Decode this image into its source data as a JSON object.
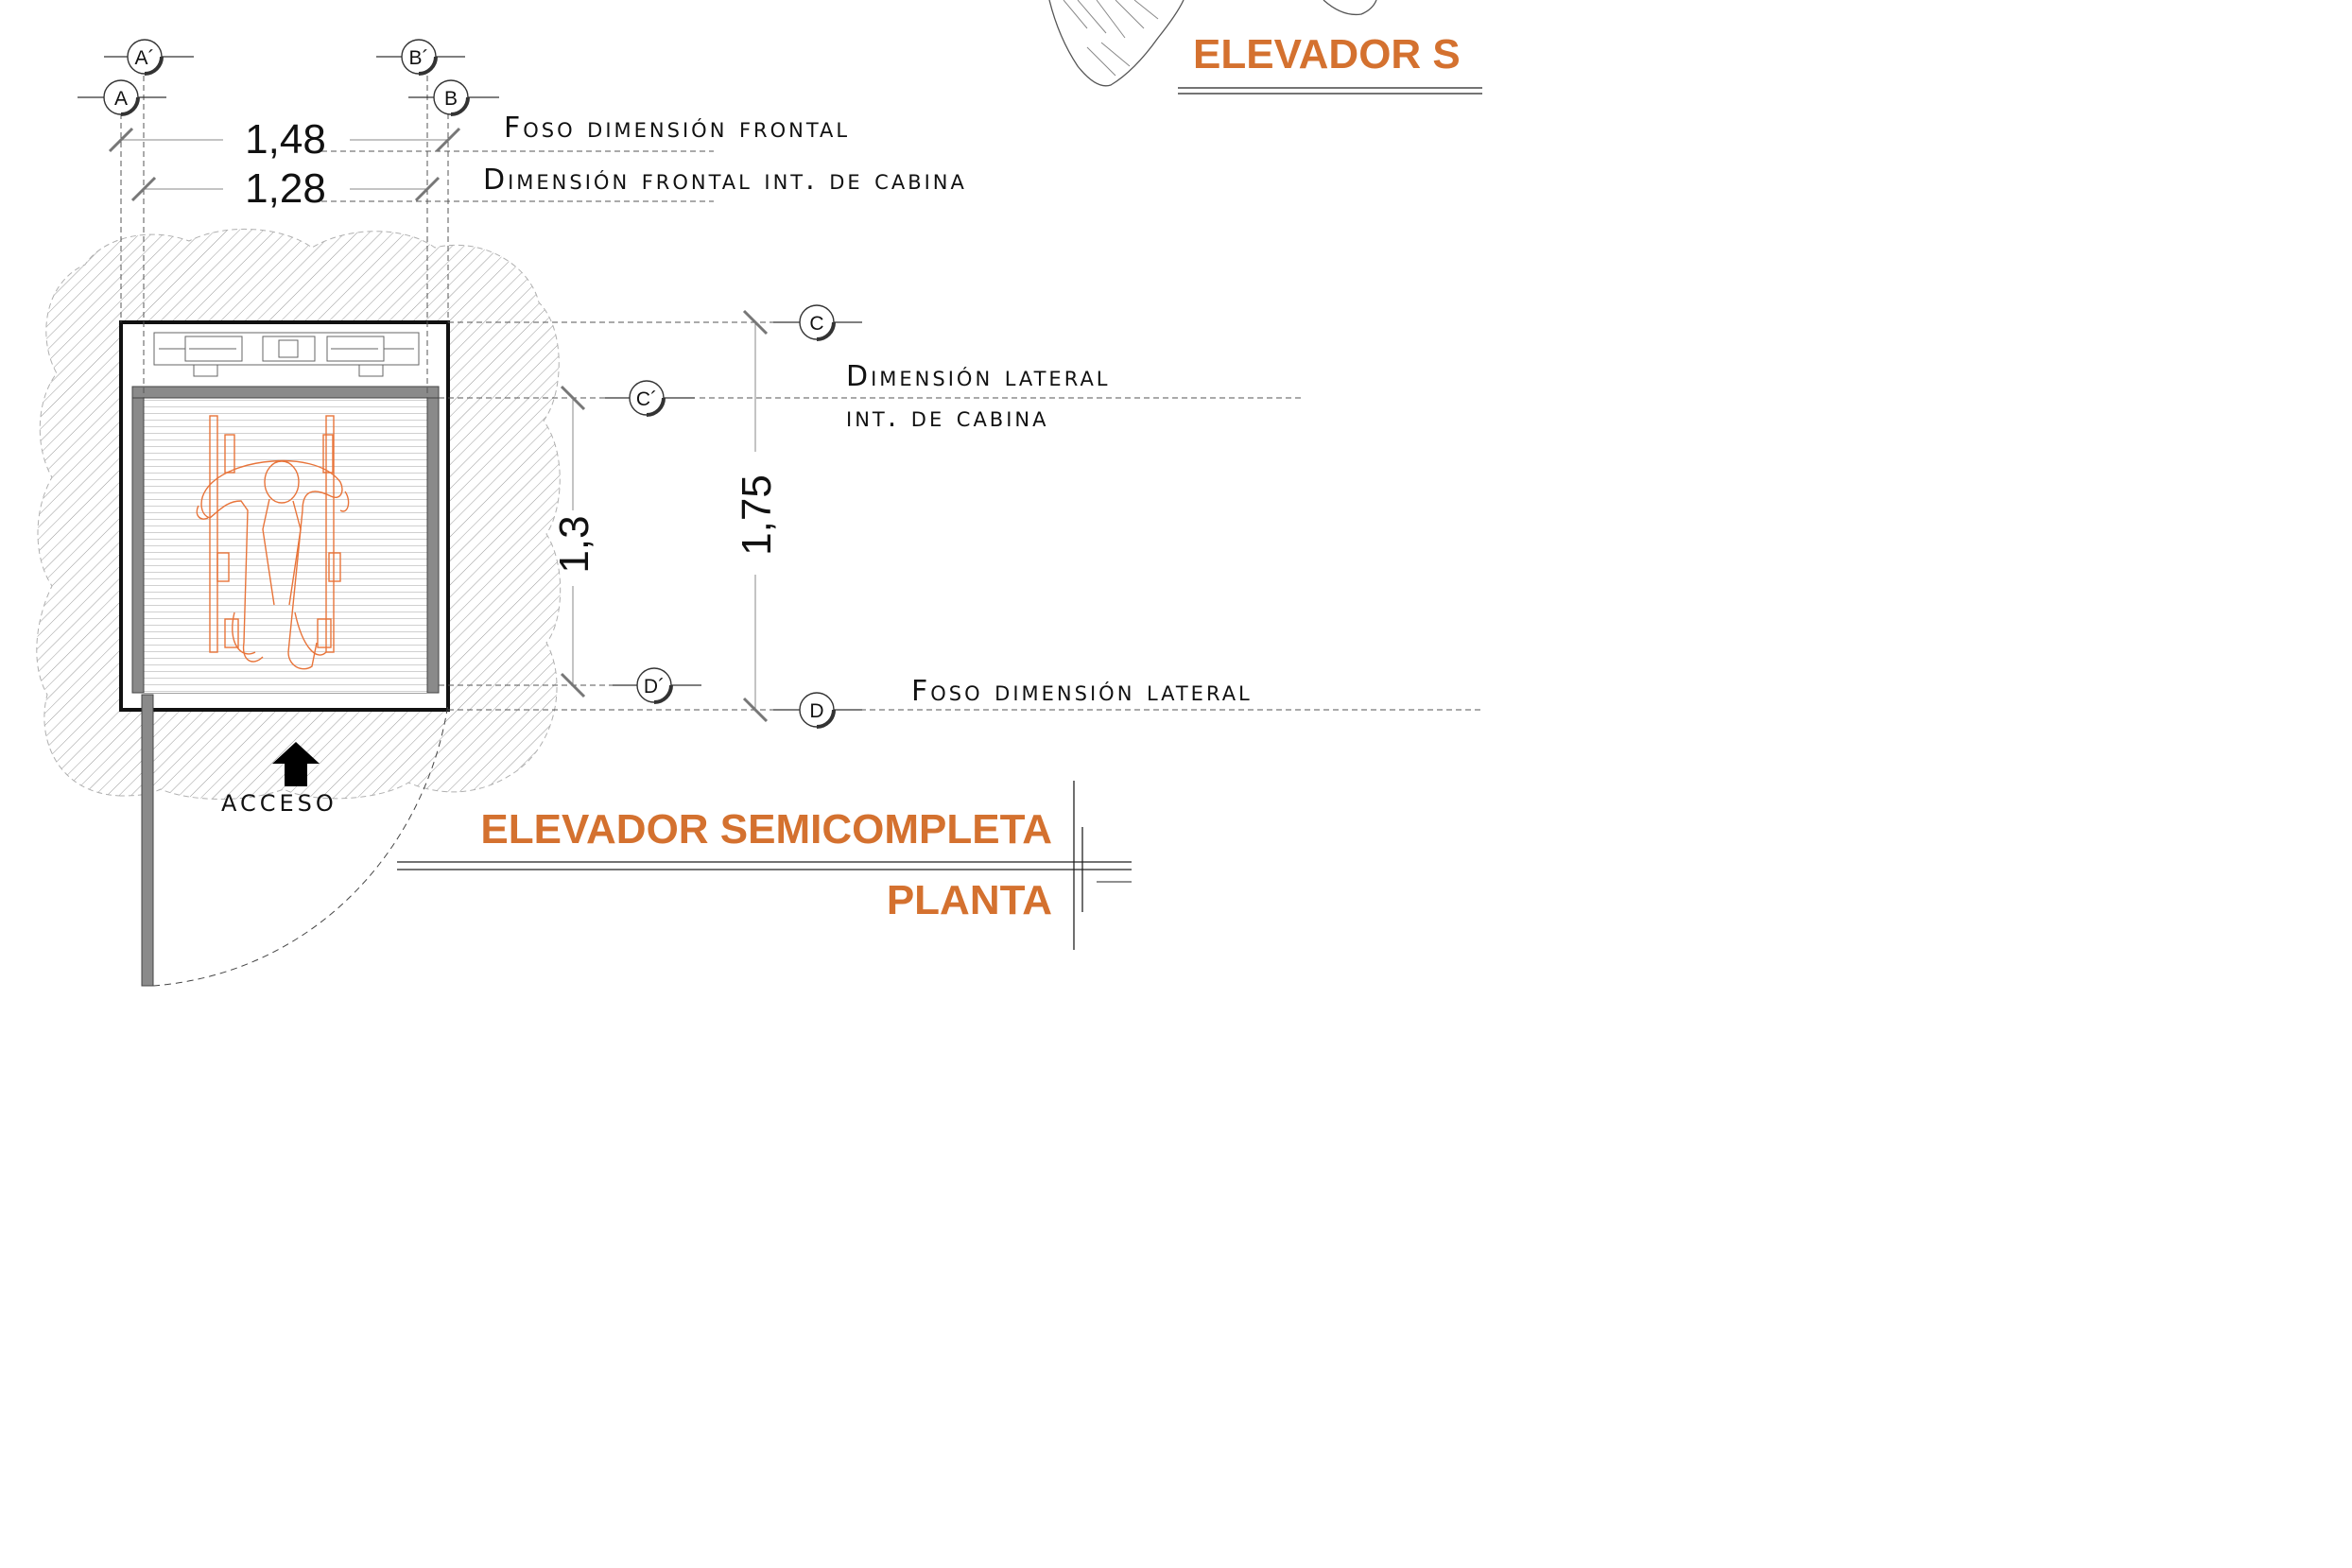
{
  "axes": {
    "a_prime": "A´",
    "a": "A",
    "b_prime": "B´",
    "b": "B",
    "c": "C",
    "c_prime": "C´",
    "d_prime": "D´",
    "d": "D"
  },
  "dimensions": {
    "foso_frontal_value": "1,48",
    "cabina_frontal_value": "1,28",
    "cabina_lateral_value": "1,3",
    "foso_lateral_value": "1,75"
  },
  "labels": {
    "foso_frontal": "Foso dimensión frontal",
    "cabina_frontal": "Dimensión frontal int. de cabina",
    "cabina_lateral_line1": "Dimensión lateral",
    "cabina_lateral_line2": "int. de cabina",
    "foso_lateral": "Foso dimensión lateral",
    "acceso": "ACCESO"
  },
  "titles": {
    "main": "ELEVADOR SEMICOMPLETA",
    "sub": "PLANTA",
    "top_right": "ELEVADOR S"
  },
  "colors": {
    "accent": "#d4712f",
    "line": "#111111",
    "hatch": "#9a9a9a",
    "wall": "#8a8a8a"
  }
}
